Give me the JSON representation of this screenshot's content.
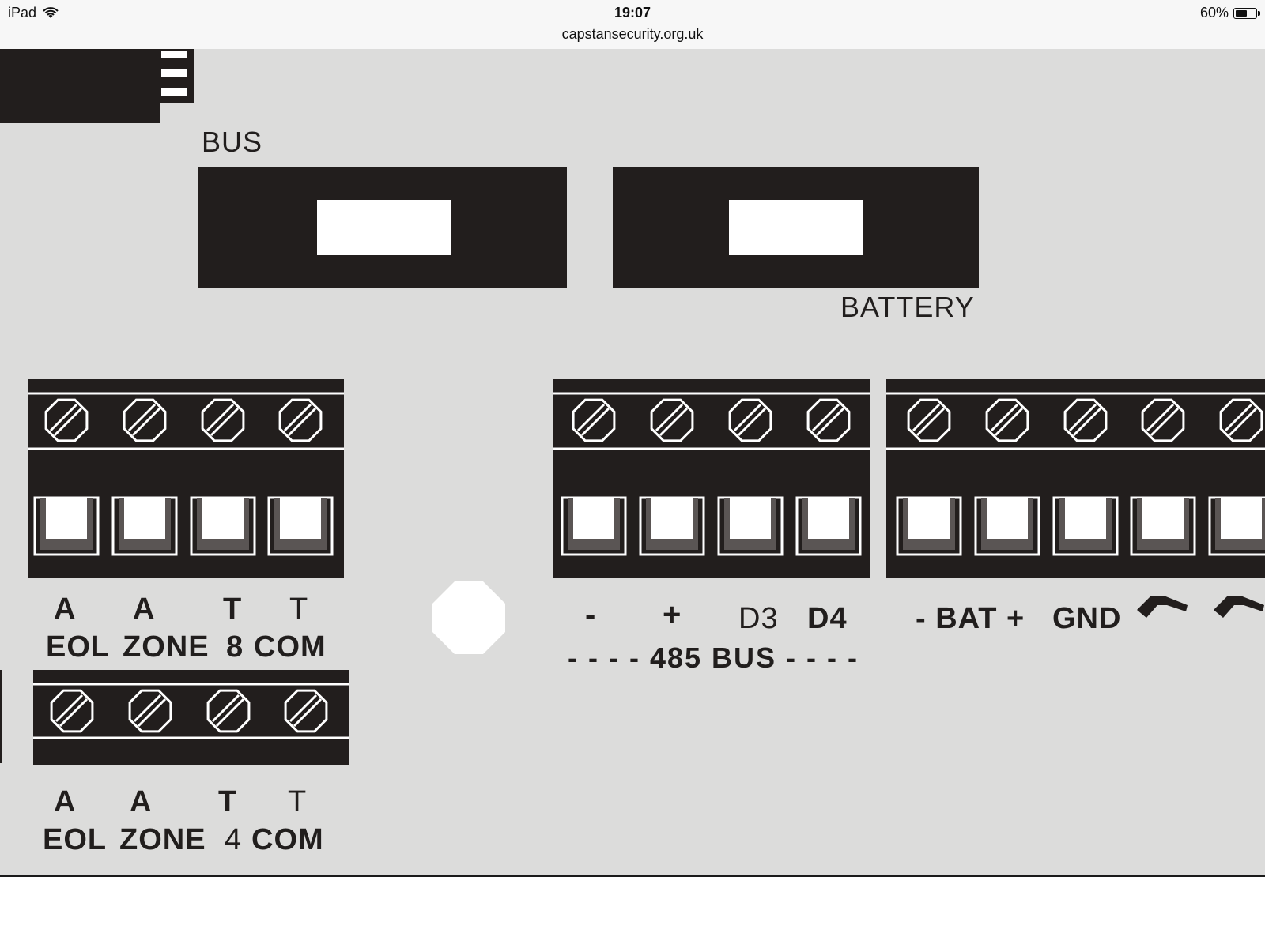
{
  "status_bar": {
    "device": "iPad",
    "wifi_icon": "wifi-icon",
    "time": "19:07",
    "url": "capstansecurity.org.uk",
    "battery_level": "60%",
    "battery_fraction": 0.6,
    "battery_icon": "battery-icon"
  },
  "board": {
    "bus_label": "BUS",
    "battery_label": "BATTERY",
    "zone8": {
      "top_labels": [
        "A",
        "A",
        "T",
        "T"
      ],
      "bottom_labels": [
        "EOL",
        "ZONE",
        "8",
        "COM"
      ]
    },
    "zone4": {
      "top_labels": [
        "A",
        "A",
        "T",
        "T"
      ],
      "bottom_labels": [
        "EOL",
        "ZONE",
        "4",
        "COM"
      ]
    },
    "bus485": {
      "labels": [
        "-",
        "+",
        "D3",
        "D4"
      ],
      "caption": "- - - - 485 BUS - - - -"
    },
    "power": {
      "labels": [
        "- BAT +",
        "GND"
      ],
      "symbol_icon": "tamper-switch-icon"
    },
    "colors": {
      "board": "#dcdcdb",
      "silkscreen": "#221e1d"
    }
  }
}
